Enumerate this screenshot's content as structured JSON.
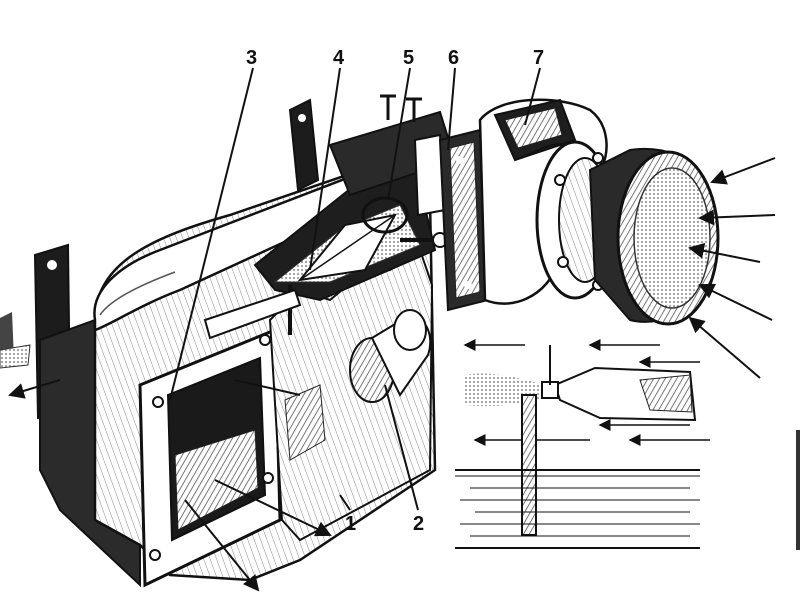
{
  "callouts": [
    {
      "id": "1",
      "label": "1"
    },
    {
      "id": "2",
      "label": "2"
    },
    {
      "id": "3",
      "label": "3"
    },
    {
      "id": "4",
      "label": "4"
    },
    {
      "id": "5",
      "label": "5"
    },
    {
      "id": "6",
      "label": "6"
    },
    {
      "id": "7",
      "label": "7"
    }
  ],
  "colors": {
    "ink": "#111111",
    "paper": "#ffffff",
    "shade": "#6e6e6e",
    "dark": "#2a2a2a"
  }
}
